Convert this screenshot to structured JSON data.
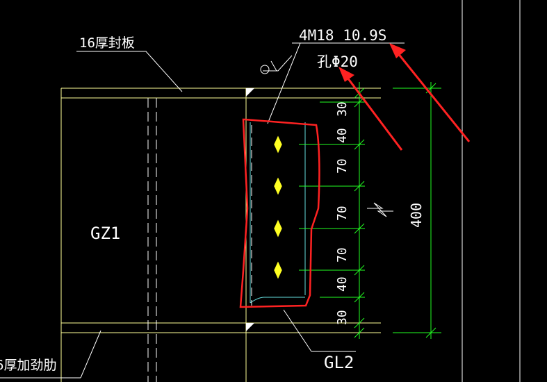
{
  "colors": {
    "background": "#000000",
    "outline": "#ffff99",
    "leader": "#ffffff",
    "cyan": "#66e0e0",
    "dimension": "#22ff22",
    "bolt": "#ffff22",
    "annotation": "#ff2222"
  },
  "labels": {
    "cover_plate": "16厚封板",
    "stiffener": "6厚加劲肋",
    "bolt_spec": "4M18 10.9S",
    "hole_spec": "孔Φ20",
    "column": "GZ1",
    "beam": "GL2"
  },
  "dimensions": {
    "d1": "30",
    "d2": "40",
    "d3": "70",
    "d4": "70",
    "d5": "70",
    "d6": "40",
    "d7": "30",
    "total": "400"
  }
}
